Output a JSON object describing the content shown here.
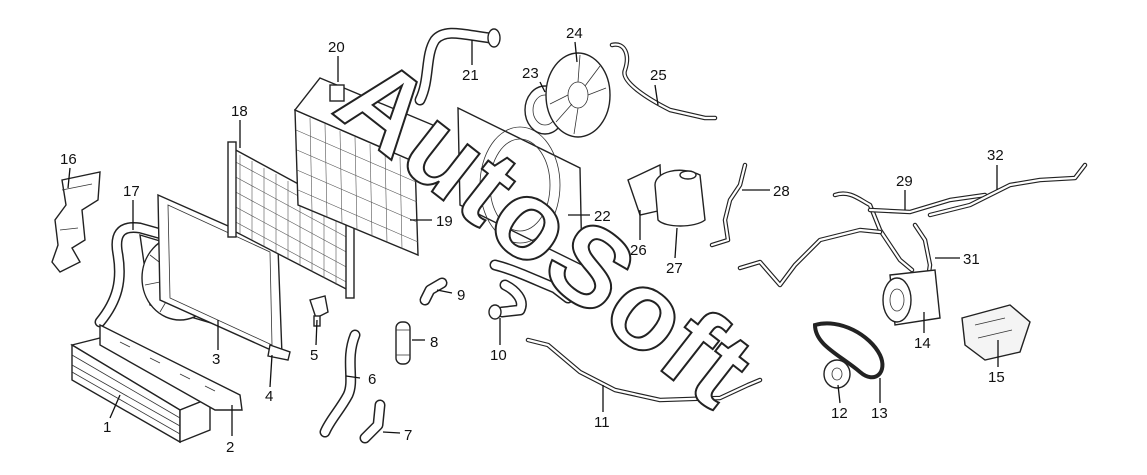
{
  "watermark": "AutoSoft",
  "callouts": [
    {
      "id": "c1",
      "label": "1"
    },
    {
      "id": "c2",
      "label": "2"
    },
    {
      "id": "c3",
      "label": "3"
    },
    {
      "id": "c4",
      "label": "4"
    },
    {
      "id": "c5",
      "label": "5"
    },
    {
      "id": "c6",
      "label": "6"
    },
    {
      "id": "c7",
      "label": "7"
    },
    {
      "id": "c8",
      "label": "8"
    },
    {
      "id": "c9",
      "label": "9"
    },
    {
      "id": "c10",
      "label": "10"
    },
    {
      "id": "c11",
      "label": "11"
    },
    {
      "id": "c12",
      "label": "12"
    },
    {
      "id": "c13",
      "label": "13"
    },
    {
      "id": "c14",
      "label": "14"
    },
    {
      "id": "c15",
      "label": "15"
    },
    {
      "id": "c16",
      "label": "16"
    },
    {
      "id": "c17",
      "label": "17"
    },
    {
      "id": "c18",
      "label": "18"
    },
    {
      "id": "c19",
      "label": "19"
    },
    {
      "id": "c20",
      "label": "20"
    },
    {
      "id": "c21",
      "label": "21"
    },
    {
      "id": "c22",
      "label": "22"
    },
    {
      "id": "c23",
      "label": "23"
    },
    {
      "id": "c24",
      "label": "24"
    },
    {
      "id": "c25",
      "label": "25"
    },
    {
      "id": "c26",
      "label": "26"
    },
    {
      "id": "c27",
      "label": "27"
    },
    {
      "id": "c28",
      "label": "28"
    },
    {
      "id": "c29",
      "label": "29"
    },
    {
      "id": "c31",
      "label": "31"
    },
    {
      "id": "c32",
      "label": "32"
    }
  ]
}
